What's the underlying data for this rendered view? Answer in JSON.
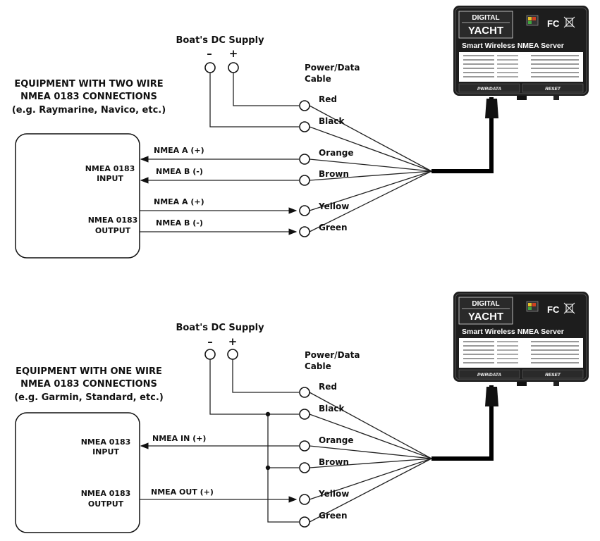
{
  "diagrams": [
    {
      "supply_title": "Boat's DC Supply",
      "minus": "–",
      "plus": "+",
      "cable_label": "Power/Data\nCable",
      "equipment_title": [
        "EQUIPMENT WITH TWO WIRE",
        "NMEA 0183 CONNECTIONS",
        "(e.g. Raymarine, Navico, etc.)"
      ],
      "port_in": [
        "NMEA 0183",
        "INPUT"
      ],
      "port_out": [
        "NMEA 0183",
        "OUTPUT"
      ],
      "signals": [
        "NMEA A (+)",
        "NMEA B (-)",
        "NMEA A (+)",
        "NMEA B (-)"
      ],
      "wires": [
        "Red",
        "Black",
        "Orange",
        "Brown",
        "Yellow",
        "Green"
      ]
    },
    {
      "supply_title": "Boat's DC Supply",
      "minus": "–",
      "plus": "+",
      "cable_label": "Power/Data\nCable",
      "equipment_title": [
        "EQUIPMENT WITH ONE WIRE",
        "NMEA 0183 CONNECTIONS",
        "(e.g. Garmin, Standard, etc.)"
      ],
      "port_in": [
        "NMEA 0183",
        "INPUT"
      ],
      "port_out": [
        "NMEA 0183",
        "OUTPUT"
      ],
      "signals": [
        "NMEA IN (+)",
        "NMEA OUT (+)"
      ],
      "wires": [
        "Red",
        "Black",
        "Orange",
        "Brown",
        "Yellow",
        "Green"
      ]
    }
  ],
  "device": {
    "brand_top": "DIGITAL",
    "brand_bottom": "YACHT",
    "product": "Smart Wireless NMEA Server",
    "fcc": "FC",
    "left_button": "PWR/DATA",
    "right_button": "RESET"
  },
  "colors": {
    "wire": "#222222",
    "device_body": "#1d1d1d",
    "device_panel": "#ffffff",
    "cable": "#000000"
  },
  "icons": [
    "terminal-circle-icon",
    "led-indicator-icon",
    "fcc-mark-icon",
    "weee-bin-icon",
    "arrow-icon"
  ]
}
